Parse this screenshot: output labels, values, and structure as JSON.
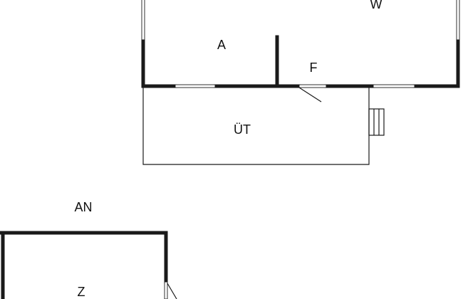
{
  "rooms": {
    "w": "W",
    "a": "A",
    "f": "F",
    "ut": "ÜT",
    "an": "AN",
    "z": "Z"
  }
}
